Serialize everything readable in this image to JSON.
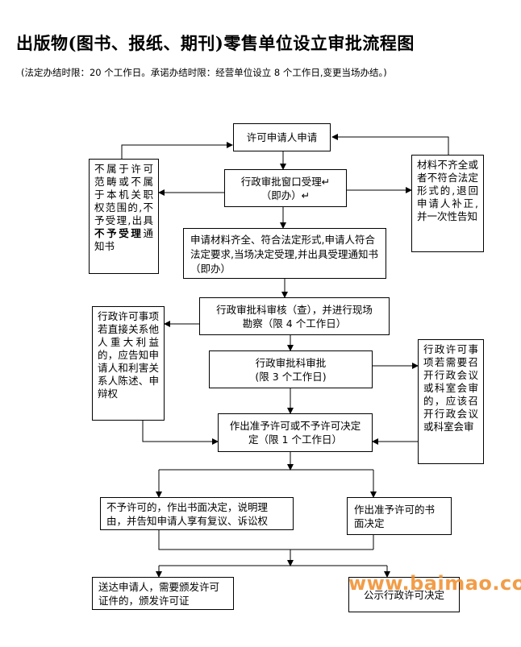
{
  "title": "出版物(图书、报纸、期刊)零售单位设立审批流程图",
  "subtitle": "(法定办结时限：20 个工作日。承诺办结时限：经营单位设立 8 个工作日,变更当场办结。)",
  "nodes": {
    "apply": "许可申请人申请",
    "window_line1": "行政审批窗口受理↵",
    "window_line2": "（即办）↵",
    "not_scope_pre": "不属于许可范畴或不属于本机关职权范围的,不予受理,出具",
    "not_scope_bold": "不予受理",
    "not_scope_post": "通知书",
    "incomplete": "材料不齐全或者不符合法定形式的,退回申请人补正,并一次性告知",
    "accept": "申请材料齐全、符合法定形式,申请人符合法定要求,当场决定受理,并出具受理通知书（即办）",
    "review_line1": "行政审批科审核（查），并进行现场",
    "review_line2": "勘察（限 4 个工作日）",
    "interest": "行政许可事项若直接关系他人重大利益的，应告知申请人和利害关系人陈述、申辩权",
    "approve_line1": "行政审批科审批",
    "approve_line2": "(限 3 个工作日)",
    "meeting": "行政许可事项若需要召开行政会议或科室会审的，应该召开行政会议或科室会审",
    "decide_line1": "作出准予许可或不予许可决定",
    "decide_line2": "定（限 1 个工作日）",
    "deny": "不予许可的，作出书面决定，说明理由，并告知申请人享有复议、诉讼权",
    "grant": "作出准予许可的书面决定",
    "deliver": "送达申请人，需要颁发许可证件的，颁发许可证",
    "publish": "公示行政许可决定"
  },
  "watermark": "www.baimao.com"
}
